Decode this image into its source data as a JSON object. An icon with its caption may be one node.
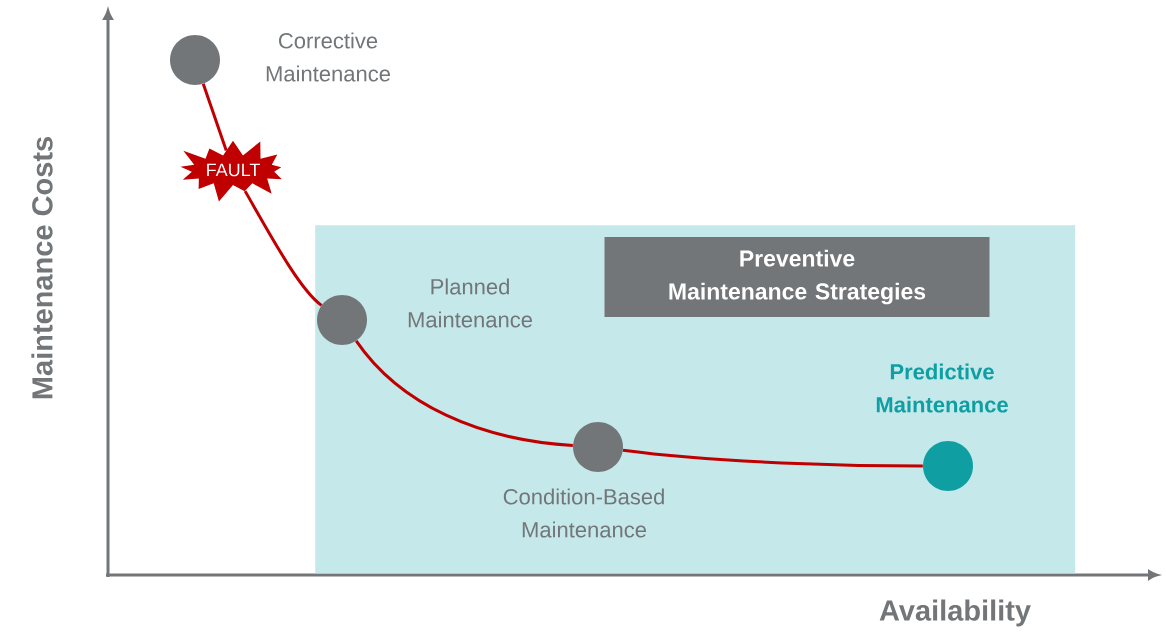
{
  "diagram": {
    "nodes": [
      {
        "text": [],
        "shape": "circle",
        "beside": [
          "Corrective Maintenance"
        ]
      },
      {
        "text": [
          "FAULT"
        ]
      },
      {
        "text": [],
        "shape": "box"
      },
      {
        "text": [
          "Preventive Maintenance Strategies"
        ],
        "in": 2
      },
      {
        "text": [],
        "shape": "circle",
        "beside": [
          "Planned Maintenance"
        ],
        "in": 2
      },
      {
        "text": [],
        "shape": "circle",
        "beside": [
          "Condition-Based Maintenance"
        ],
        "in": 2
      },
      {
        "text": [],
        "shape": "circle",
        "beside": [
          "Predictive Maintenance"
        ],
        "in": 2
      }
    ],
    "edges": [
      {
        "from": 0,
        "to": 1,
        "arrow": "none"
      },
      {
        "from": 1,
        "to": 4,
        "arrow": "none"
      },
      {
        "from": 4,
        "to": 5,
        "arrow": "none"
      },
      {
        "from": 5,
        "to": 6,
        "arrow": "none"
      }
    ],
    "labels": [
      "Maintenance Costs",
      "Availability"
    ]
  }
}
